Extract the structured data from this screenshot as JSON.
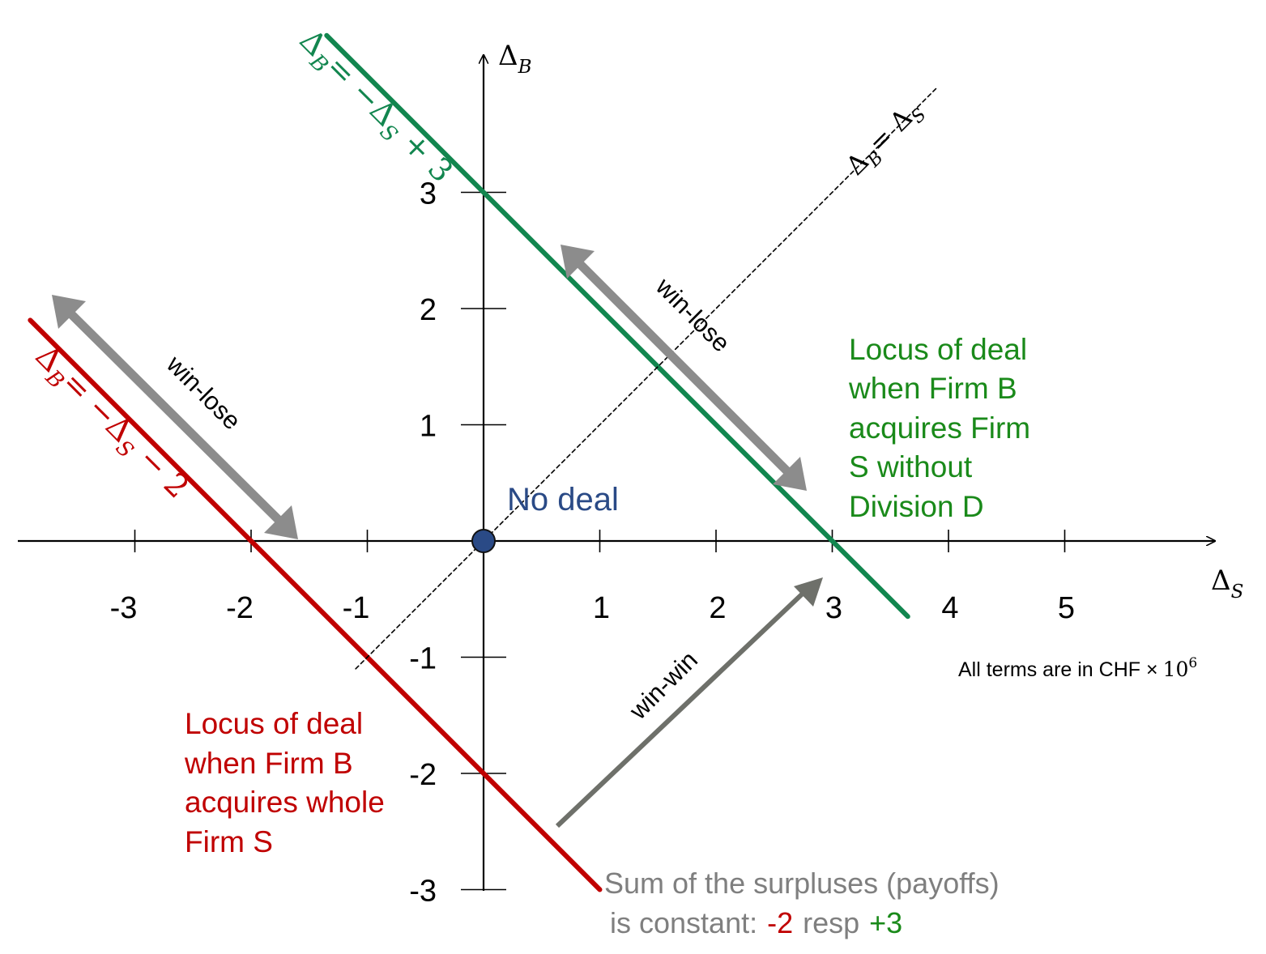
{
  "chart_data": {
    "type": "line",
    "xlabel_symbol": "Δ",
    "xlabel_sub": "S",
    "ylabel_symbol": "Δ",
    "ylabel_sub": "B",
    "xlim": [
      -4.1,
      6.1
    ],
    "ylim": [
      -3.05,
      4.3
    ],
    "x_ticks": [
      "-3",
      "-2",
      "-1",
      "1",
      "2",
      "3",
      "4",
      "5"
    ],
    "y_ticks": [
      "3",
      "2",
      "1",
      "-1",
      "-2",
      "-3"
    ],
    "series": [
      {
        "name": "ΔB = −ΔS + 3",
        "color": "#12864f",
        "x": [
          -1.35,
          3.65
        ],
        "y": [
          4.35,
          -0.65
        ],
        "label_parts": [
          "Δ",
          "B",
          "= −Δ",
          "S",
          " + 3"
        ]
      },
      {
        "name": "ΔB = −ΔS − 2",
        "color": "#c00000",
        "x": [
          -3.9,
          1.0
        ],
        "y": [
          1.9,
          -3.0
        ],
        "label_parts": [
          "Δ",
          "B",
          "= −Δ",
          "S",
          " − 2"
        ]
      },
      {
        "name": "ΔB = ΔS",
        "color": "#000000",
        "dashed": true,
        "x": [
          -1.1,
          3.9
        ],
        "y": [
          -1.1,
          3.9
        ],
        "label_parts": [
          "Δ",
          "B",
          "= Δ",
          "S"
        ]
      }
    ],
    "origin_point": {
      "x": 0,
      "y": 0,
      "color": "#2a4a86"
    },
    "annotations": {
      "no_deal": "No deal",
      "win_lose_upper": "win-lose",
      "win_lose_left": "win-lose",
      "win_win": "win-win",
      "green_locus": [
        "Locus of deal",
        "when Firm B",
        "acquires Firm",
        "S without",
        "Division D"
      ],
      "red_locus": [
        "Locus of deal",
        "when Firm B",
        "acquires whole",
        "Firm S"
      ],
      "units_text": "All terms are in CHF ×",
      "units_base": "10",
      "units_exp": "6",
      "sum_line1": "Sum of the surpluses (payoffs)",
      "sum_line2_prefix": "is constant:",
      "sum_red": "-2",
      "sum_mid": "resp",
      "sum_green": "+3"
    },
    "colors": {
      "green": "#12864f",
      "green_text": "#1a8a1a",
      "red": "#c00000",
      "gray_arrow": "#8c8c8c",
      "winwin_arrow": "#6e706a",
      "blue_text": "#2a4a86",
      "gray_text": "#7f7f7f"
    }
  }
}
